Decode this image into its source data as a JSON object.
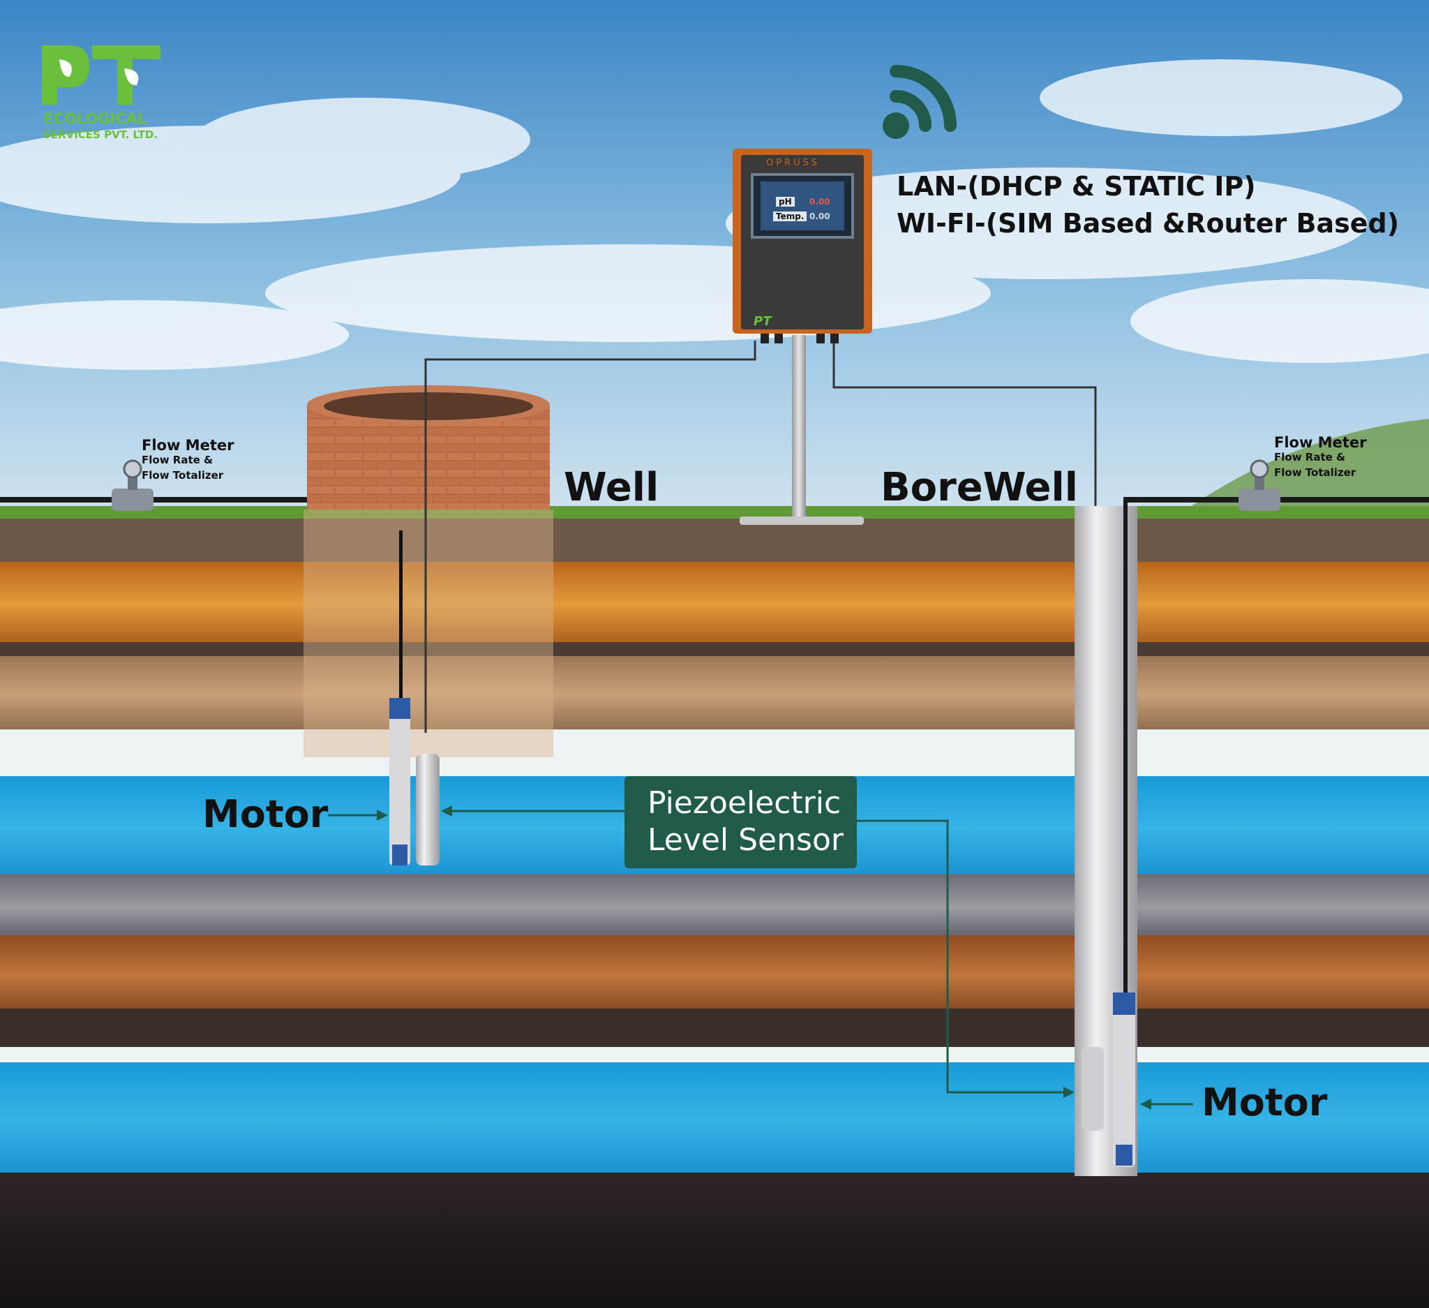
{
  "logo": {
    "letters": "PT",
    "line1": "ECOLOGICAL",
    "line2": "SERVICES PVT. LTD.",
    "color": "#6cbf3c"
  },
  "connectivity": {
    "line1": "LAN-(DHCP & STATIC IP)",
    "line2": "WI-FI-(SIM Based &Router Based)",
    "icon": "wifi-icon",
    "icon_color": "#1f5a4b"
  },
  "controller": {
    "brand": "OPRUSS",
    "screen_row1_label": "pH",
    "screen_row1_value": "0.00",
    "screen_row2_label": "Temp.",
    "screen_row2_value": "0.00",
    "badge": "PT",
    "body_color": "#3a3a3a",
    "accent_color": "#c8641e"
  },
  "labels": {
    "well": "Well",
    "borewell": "BoreWell",
    "motor_left": "Motor",
    "motor_right": "Motor",
    "sensor_line1": "Piezoelectric",
    "sensor_line2": "Level Sensor"
  },
  "flow_meter_left": {
    "title": "Flow Meter",
    "sub1": "Flow Rate &",
    "sub2": "Flow Totalizer"
  },
  "flow_meter_right": {
    "title": "Flow Meter",
    "sub1": "Flow Rate &",
    "sub2": "Flow Totalizer"
  },
  "colors": {
    "sensor_box": "#1f5a4b",
    "water": "#2aa6dc",
    "sky_top": "#3b86c6"
  }
}
